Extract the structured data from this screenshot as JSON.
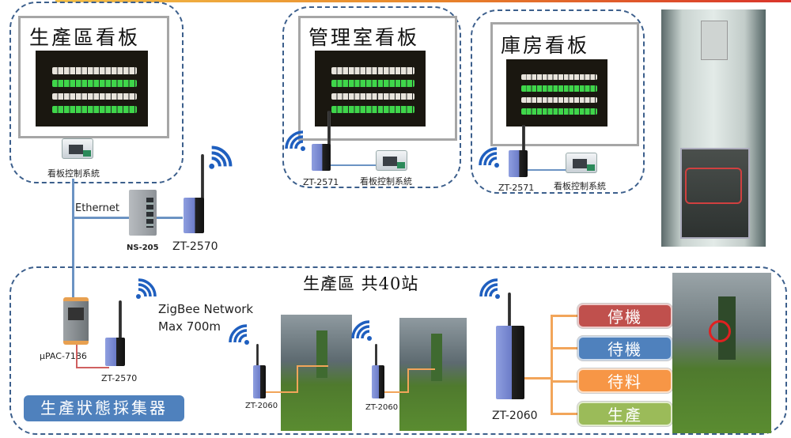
{
  "panels": {
    "production": {
      "title": "生產區看板",
      "controller_label": "看板控制系統"
    },
    "office": {
      "title": "管理室看板",
      "device_label": "ZT-2571",
      "controller_label": "看板控制系統"
    },
    "warehouse": {
      "title": "庫房看板",
      "device_label": "ZT-2571",
      "controller_label": "看板控制系統"
    }
  },
  "network": {
    "ethernet_label": "Ethernet",
    "switch_label": "NS-205",
    "coordinator_label": "ZT-2570"
  },
  "production_area": {
    "title": "生產區  共40站",
    "zigbee_line1": "ZigBee Network",
    "zigbee_line2": "Max 700m",
    "controller_label": "µPAC-7186",
    "router_label": "ZT-2570",
    "collector_badge": "生產狀態採集器",
    "station_labels": [
      "ZT-2060",
      "ZT-2060",
      "ZT-2060"
    ],
    "states": [
      {
        "label": "停機",
        "color": "#c0504d"
      },
      {
        "label": "待機",
        "color": "#4f81bd"
      },
      {
        "label": "待料",
        "color": "#f79646"
      },
      {
        "label": "生產",
        "color": "#9bbb59"
      }
    ]
  },
  "colors": {
    "dash": "#3c5f8c",
    "wifi": "#1f5fbf",
    "line": "#6b93c3",
    "orange": "#f2a55a"
  }
}
